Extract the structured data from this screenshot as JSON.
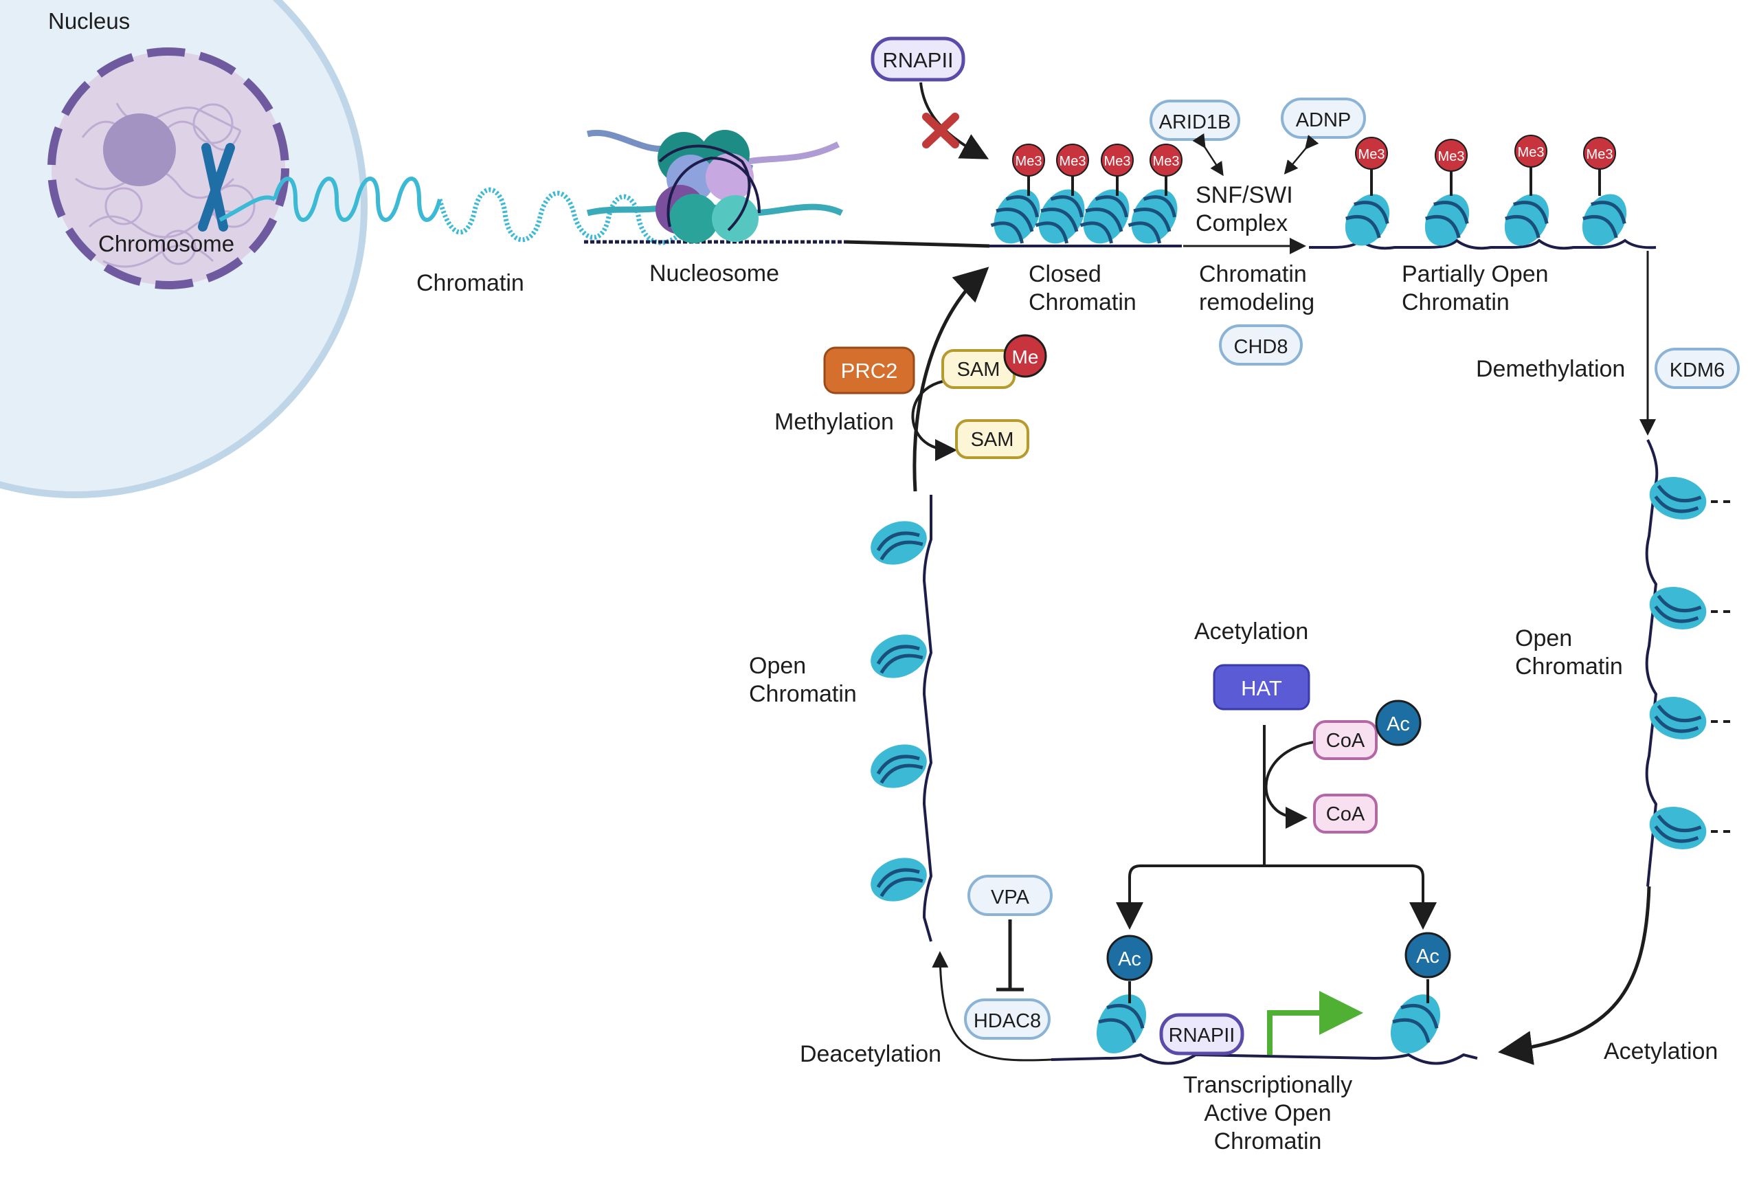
{
  "labels": {
    "nucleus": "Nucleus",
    "chromosome": "Chromosome",
    "chromatin": "Chromatin",
    "nucleosome": "Nucleosome",
    "closed_1": "Closed",
    "closed_2": "Chromatin",
    "remodel_1": "Chromatin",
    "remodel_2": "remodeling",
    "snf_1": "SNF/SWI",
    "snf_2": "Complex",
    "partial_1": "Partially Open",
    "partial_2": "Chromatin",
    "demethylation": "Demethylation",
    "methylation": "Methylation",
    "open_left_1": "Open",
    "open_left_2": "Chromatin",
    "open_right_1": "Open",
    "open_right_2": "Chromatin",
    "acetylation_top": "Acetylation",
    "acetylation_right": "Acetylation",
    "deacetylation": "Deacetylation",
    "active_1": "Transcriptionally",
    "active_2": "Active Open",
    "active_3": "Chromatin"
  },
  "badges": {
    "rnapii_top": "RNAPII",
    "arid1b": "ARID1B",
    "adnp": "ADNP",
    "chd8": "CHD8",
    "kdm6": "KDM6",
    "prc2": "PRC2",
    "sam1": "SAM",
    "sam2": "SAM",
    "me": "Me",
    "hat": "HAT",
    "coa1": "CoA",
    "coa2": "CoA",
    "ac": "Ac",
    "vpa": "VPA",
    "hdac8": "HDAC8",
    "rnapii_bottom": "RNAPII",
    "me3": "Me3"
  },
  "colors": {
    "nucleus_fill": "#e4eff7",
    "nucleus_border": "#bed6e8",
    "cell_fill": "#ddd2e6",
    "cell_border": "#6f5aa0",
    "nucleosome": "#3cb9d4",
    "nucleosome_dark": "#1a4f7c",
    "dna": "#1d1d4a",
    "me3": "#c8343d",
    "ac": "#1c6ea3",
    "prc2": "#d46f2e",
    "hat": "#5b5bd6",
    "sam_fill": "#fdf6d6",
    "sam_border": "#b59a2e",
    "coa_fill": "#f9e0f1",
    "coa_border": "#b566a4",
    "blue_badge_fill": "#ecf3fb",
    "blue_badge_border": "#8ab3d6",
    "rnapii_fill": "#ece8fb",
    "rnapii_border": "#5b4aa8",
    "inhibit_x": "#c13a3a",
    "tss_arrow": "#4fb033"
  }
}
